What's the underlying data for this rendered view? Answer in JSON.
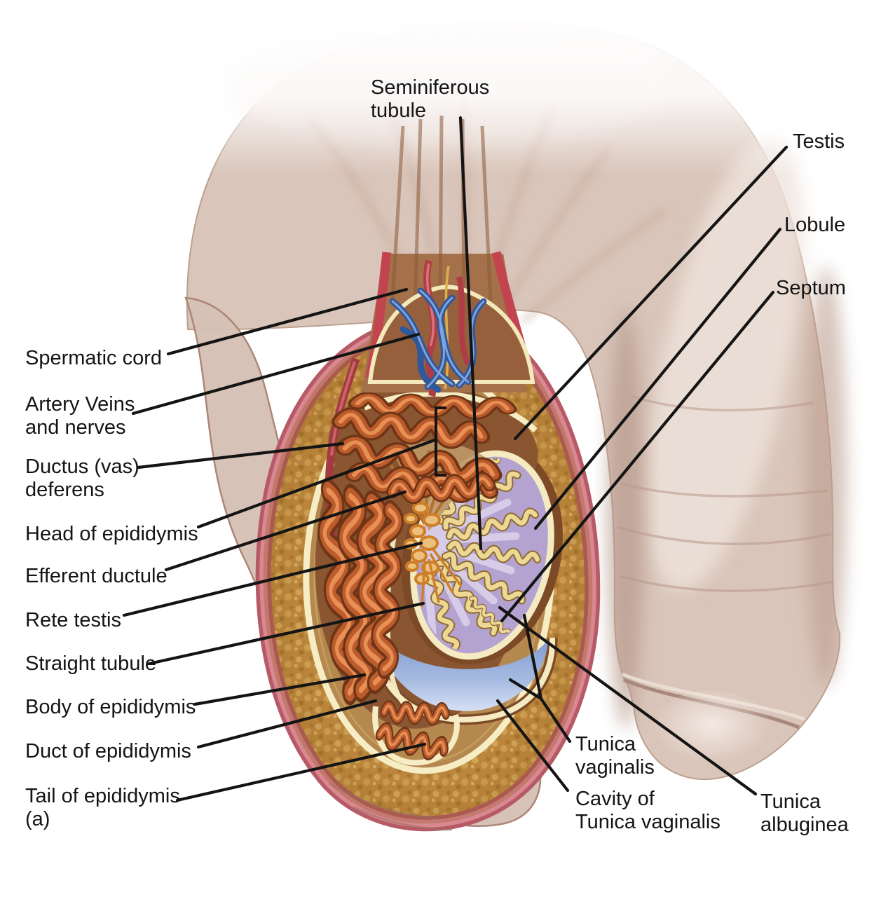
{
  "figure": {
    "panel_tag": "(a)",
    "labels": {
      "seminiferous_tubule": "Seminiferous\ntubule",
      "testis": "Testis",
      "lobule": "Lobule",
      "septum": "Septum",
      "spermatic_cord": "Spermatic cord",
      "artery_veins_nerves": "Artery Veins\nand nerves",
      "ductus_vas_deferens": "Ductus (vas)\ndeferens",
      "head_of_epididymis": "Head of epididymis",
      "efferent_ductule": "Efferent ductule",
      "rete_testis": "Rete testis",
      "straight_tubule": "Straight tubule",
      "body_of_epididymis": "Body of epididymis",
      "duct_of_epididymis": "Duct of epididymis",
      "tail_of_epididymis": "Tail of epididymis",
      "tunica_vaginalis": "Tunica\nvaginalis",
      "cavity_of_tunica_vaginalis": "Cavity of\nTunica vaginalis",
      "tunica_albuginea": "Tunica\nalbuginea"
    },
    "colors": {
      "ink": "#141414",
      "flesh": "#d9c5ba",
      "flesh_shadow": "#b79a8c",
      "scrotal_skin_pink": "#d37c86",
      "fat_gold": "#c28d42",
      "fat_dot_light": "#dcaf63",
      "fat_dot_dark": "#a87a31",
      "cream_tunica": "#f6edc4",
      "epididymis_brown": "#8a5531",
      "coil_orange": "#bc5c2d",
      "ductus_red": "#a23a40",
      "vein_blue": "#30589c",
      "artery_red": "#b03c45",
      "nerve_yellow": "#d9b050",
      "testis_lavender": "#b4a3d0",
      "septum_lavender": "#d7cce8",
      "tubule_yellow": "#ecd794",
      "rete_orange": "#cf7e28",
      "cavity_blue": "#7f9cd0"
    }
  }
}
